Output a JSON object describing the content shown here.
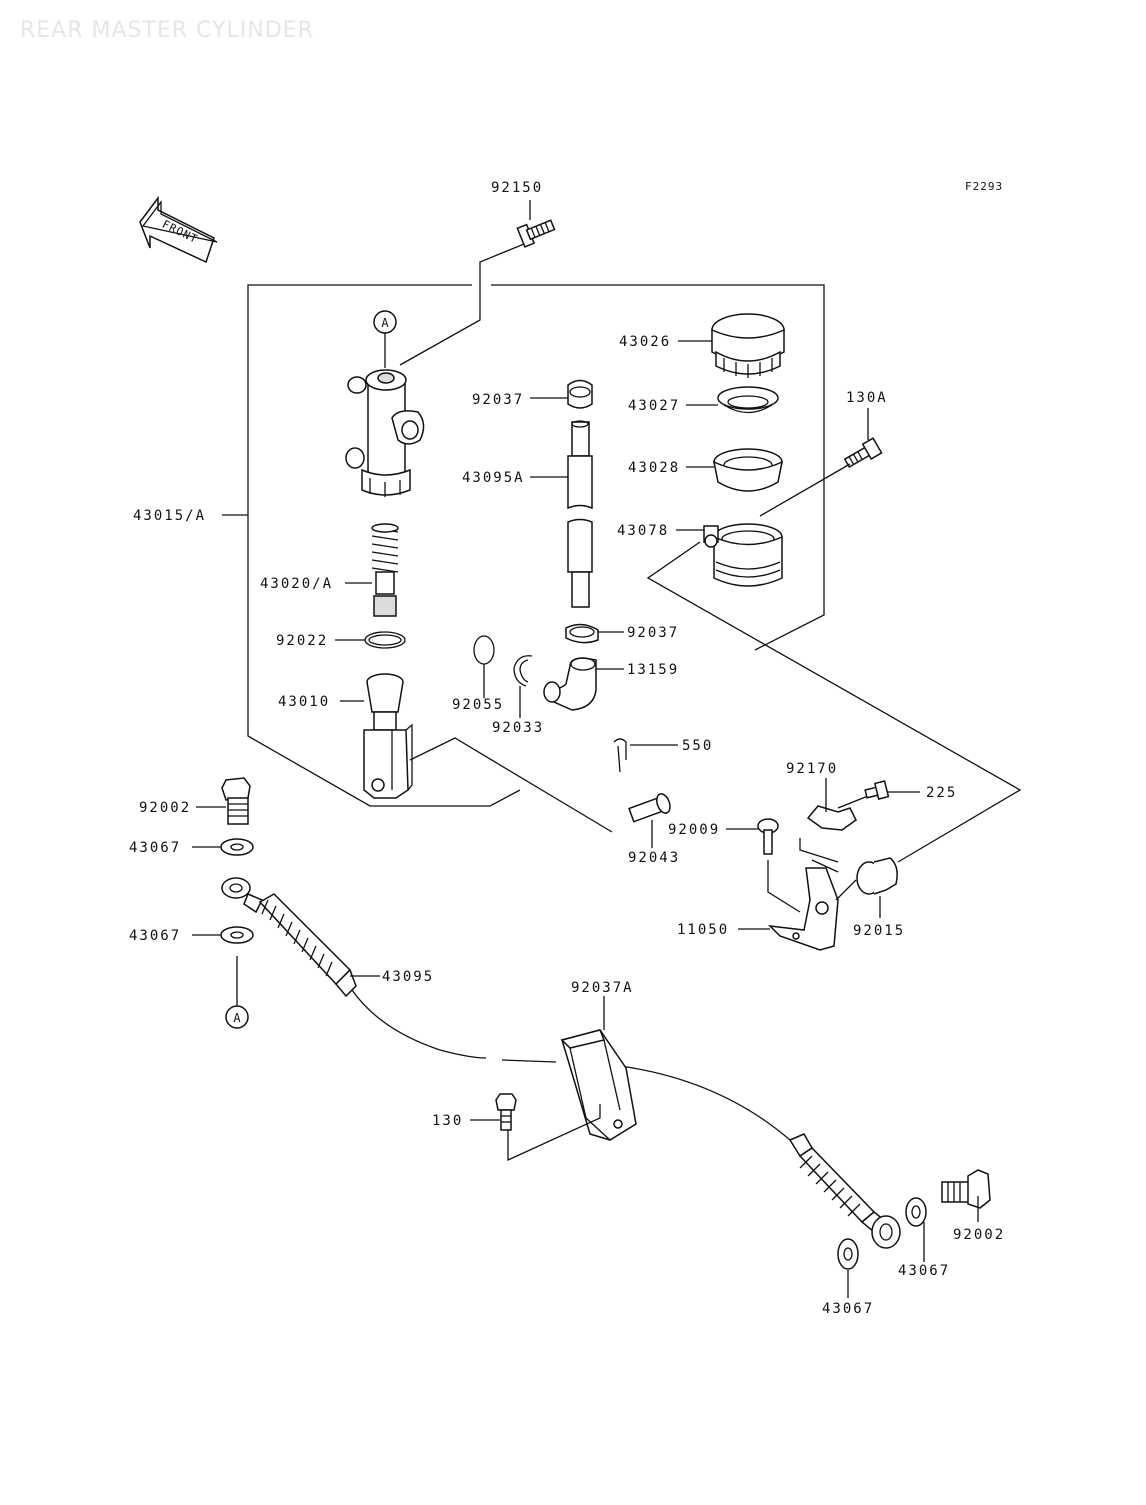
{
  "title": "REAR MASTER CYLINDER",
  "figure_code": "F2293",
  "front_label": "FRONT",
  "ref_marker": "A",
  "labels": {
    "p92150": "92150",
    "p43026": "43026",
    "p92037_top": "92037",
    "p43027": "43027",
    "p130A": "130A",
    "p43095A": "43095A",
    "p43028": "43028",
    "p43015A": "43015/A",
    "p43078": "43078",
    "p43020A": "43020/A",
    "p92022": "92022",
    "p92037_bot": "92037",
    "p13159": "13159",
    "p43010": "43010",
    "p92055": "92055",
    "p92033": "92033",
    "p550": "550",
    "p92170": "92170",
    "p225": "225",
    "p92002_left": "92002",
    "p92009": "92009",
    "p43067_1": "43067",
    "p92043": "92043",
    "p11050": "11050",
    "p92015": "92015",
    "p43067_2": "43067",
    "p43095": "43095",
    "p92037A": "92037A",
    "p130": "130",
    "p92002_right": "92002",
    "p43067_3": "43067",
    "p43067_4": "43067"
  }
}
